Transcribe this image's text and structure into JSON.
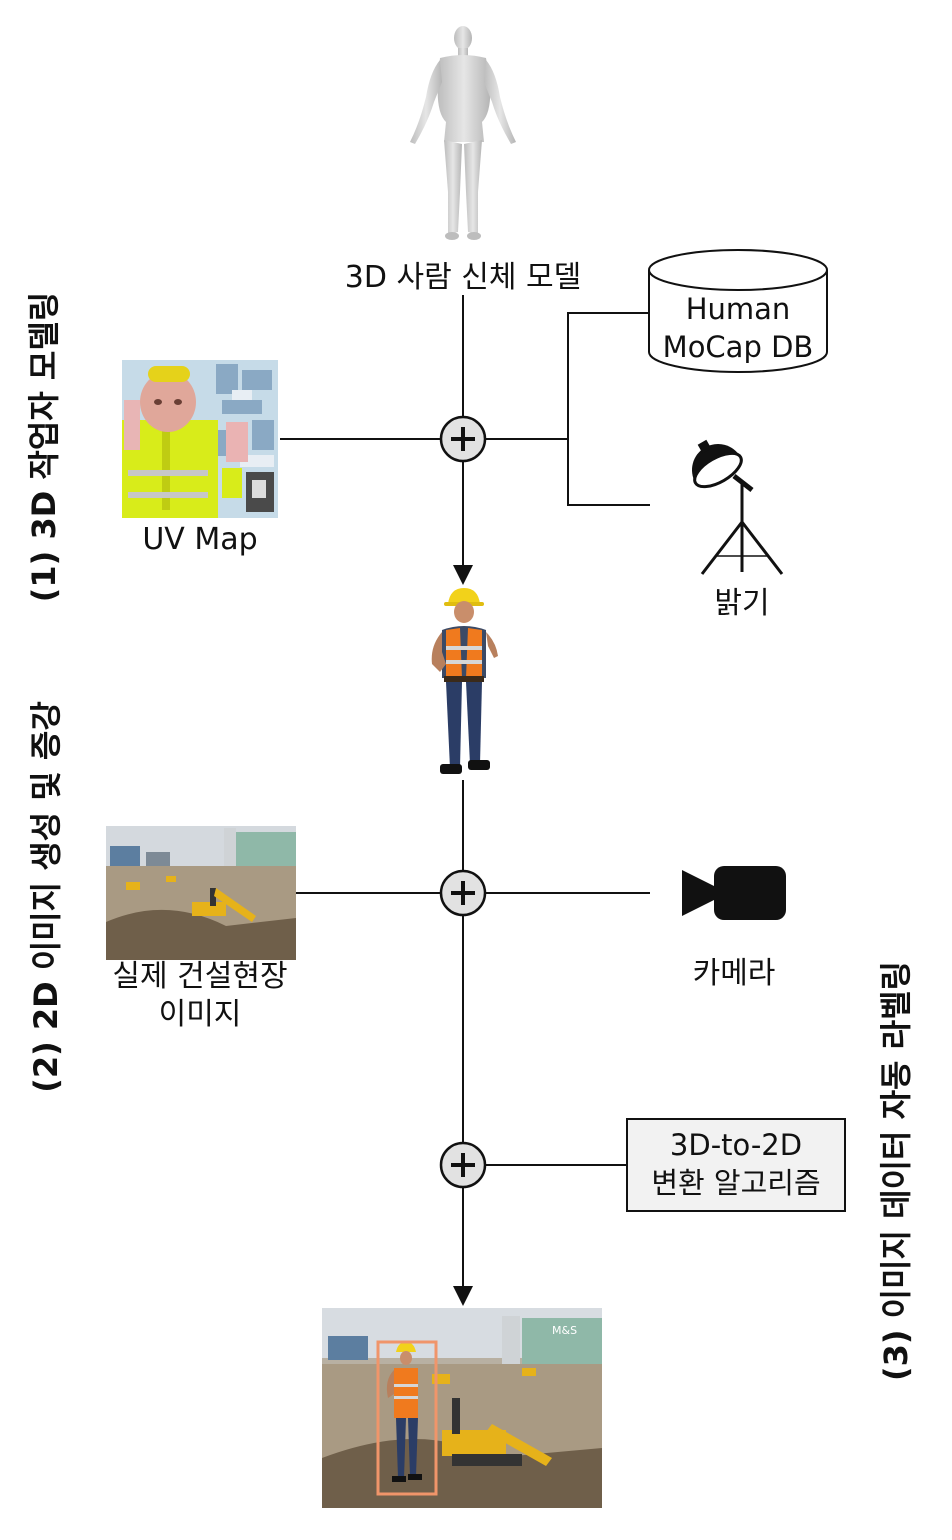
{
  "stages": {
    "modeling": "(1) 3D 작업자 모델링",
    "generation": "(2) 2D 이미지 생성 및 증강",
    "labeling": "(3) 이미지 데이터 자동 라벨링"
  },
  "nodes": {
    "human_model": "3D 사람 신체 모델",
    "uv_map": "UV Map",
    "mocap_line1": "Human",
    "mocap_line2": "MoCap DB",
    "lighting": "밝기",
    "site_image_line1": "실제 건설현장",
    "site_image_line2": "이미지",
    "camera": "카메라",
    "algorithm_line1": "3D-to-2D",
    "algorithm_line2": "변환 알고리즘"
  },
  "image_text": {
    "building_sign": "M&S"
  },
  "colors": {
    "line": "#111111",
    "plus_circle_fill": "#e2e2e2",
    "box_fill": "#f2f2f2",
    "bbox": "#f0956a",
    "vest": "#f07a1e",
    "helmet": "#f2d21a"
  }
}
